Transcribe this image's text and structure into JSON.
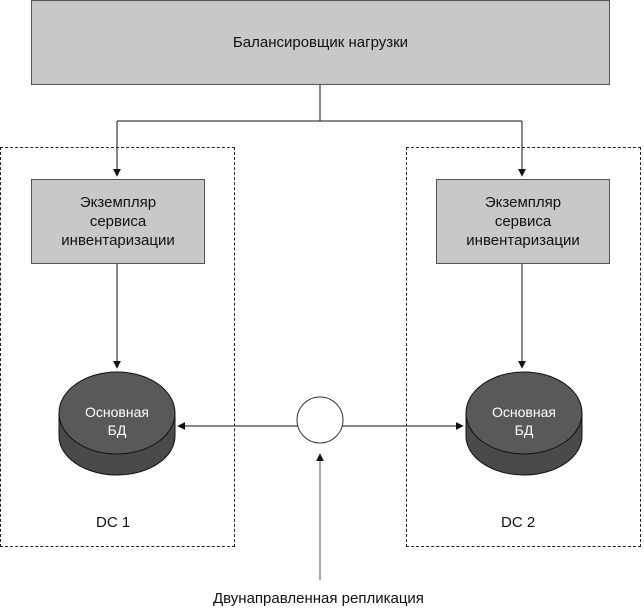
{
  "load_balancer": {
    "label": "Балансировщик нагрузки"
  },
  "datacenters": [
    {
      "label": "DC 1",
      "service": {
        "line1": "Экземпляр",
        "line2": "сервиса",
        "line3": "инвентаризации"
      },
      "database": {
        "line1": "Основная",
        "line2": "БД"
      }
    },
    {
      "label": "DC 2",
      "service": {
        "line1": "Экземпляр",
        "line2": "сервиса",
        "line3": "инвентаризации"
      },
      "database": {
        "line1": "Основная",
        "line2": "БД"
      }
    }
  ],
  "replication": {
    "label": "Двунаправленная репликация"
  }
}
